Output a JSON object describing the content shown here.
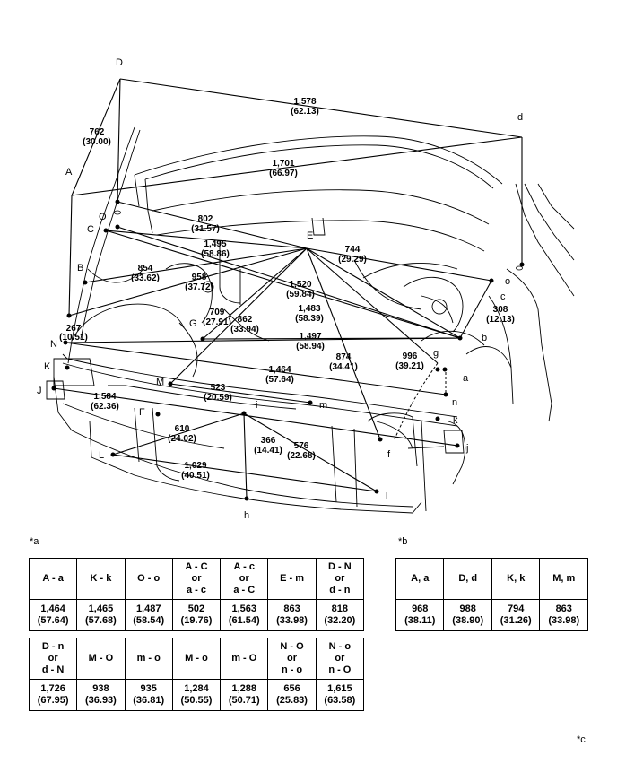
{
  "notes": {
    "a": "*a",
    "b": "*b",
    "c": "*c"
  },
  "points": {
    "A": "A",
    "B": "B",
    "C": "C",
    "D": "D",
    "E": "E",
    "F": "F",
    "G": "G",
    "J": "J",
    "K": "K",
    "L": "L",
    "M": "M",
    "N": "N",
    "O": "O",
    "a": "a",
    "b": "b",
    "c": "c",
    "d": "d",
    "f": "f",
    "g": "g",
    "h": "h",
    "i": "i",
    "j": "j",
    "k": "k",
    "l": "l",
    "m": "m",
    "n": "n",
    "o": "o"
  },
  "dims": {
    "Dd": [
      "1,578",
      "(62.13)"
    ],
    "AD": [
      "762",
      "(30.00)"
    ],
    "Ad": [
      "1,701",
      "(66.97)"
    ],
    "Eo1": [
      "802",
      "(31.57)"
    ],
    "Ec": [
      "744",
      "(29.29)"
    ],
    "EC": [
      "1,495",
      "(58.86)"
    ],
    "EB": [
      "854",
      "(33.62)"
    ],
    "EG1": [
      "958",
      "(37.72)"
    ],
    "Eb": [
      "1,520",
      "(59.84)"
    ],
    "Ob": [
      "1,483",
      "(58.39)"
    ],
    "ob": [
      "308",
      "(12.13)"
    ],
    "EG2": [
      "709",
      "(27.91)"
    ],
    "EM": [
      "862",
      "(33.94)"
    ],
    "Cb": [
      "1,497",
      "(58.94)"
    ],
    "BN": [
      "267",
      "(10.51)"
    ],
    "Ef": [
      "874",
      "(34.41)"
    ],
    "Eg": [
      "996",
      "(39.21)"
    ],
    "Nn": [
      "1,464",
      "(57.64)"
    ],
    "Mm": [
      "523",
      "(20.59)"
    ],
    "Jj": [
      "1,584",
      "(62.36)"
    ],
    "iL": [
      "610",
      "(24.02)"
    ],
    "ih": [
      "366",
      "(14.41)"
    ],
    "il": [
      "576",
      "(22.68)"
    ],
    "Ll": [
      "1,029",
      "(40.51)"
    ]
  },
  "table_a_row1": {
    "headers": [
      "A - a",
      "K - k",
      "O - o",
      "A - C\nor\na - c",
      "A - c\nor\na - C",
      "E - m",
      "D - N\nor\nd - n"
    ],
    "values": [
      "1,464\n(57.64)",
      "1,465\n(57.68)",
      "1,487\n(58.54)",
      "502\n(19.76)",
      "1,563\n(61.54)",
      "863\n(33.98)",
      "818\n(32.20)"
    ]
  },
  "table_a_row2": {
    "headers": [
      "D - n\nor\nd - N",
      "M - O",
      "m - o",
      "M - o",
      "m - O",
      "N - O\nor\nn - o",
      "N - o\nor\nn - O"
    ],
    "values": [
      "1,726\n(67.95)",
      "938\n(36.93)",
      "935\n(36.81)",
      "1,284\n(50.55)",
      "1,288\n(50.71)",
      "656\n(25.83)",
      "1,615\n(63.58)"
    ]
  },
  "table_b": {
    "headers": [
      "A, a",
      "D, d",
      "K, k",
      "M, m"
    ],
    "values": [
      "968\n(38.11)",
      "988\n(38.90)",
      "794\n(31.26)",
      "863\n(33.98)"
    ]
  }
}
